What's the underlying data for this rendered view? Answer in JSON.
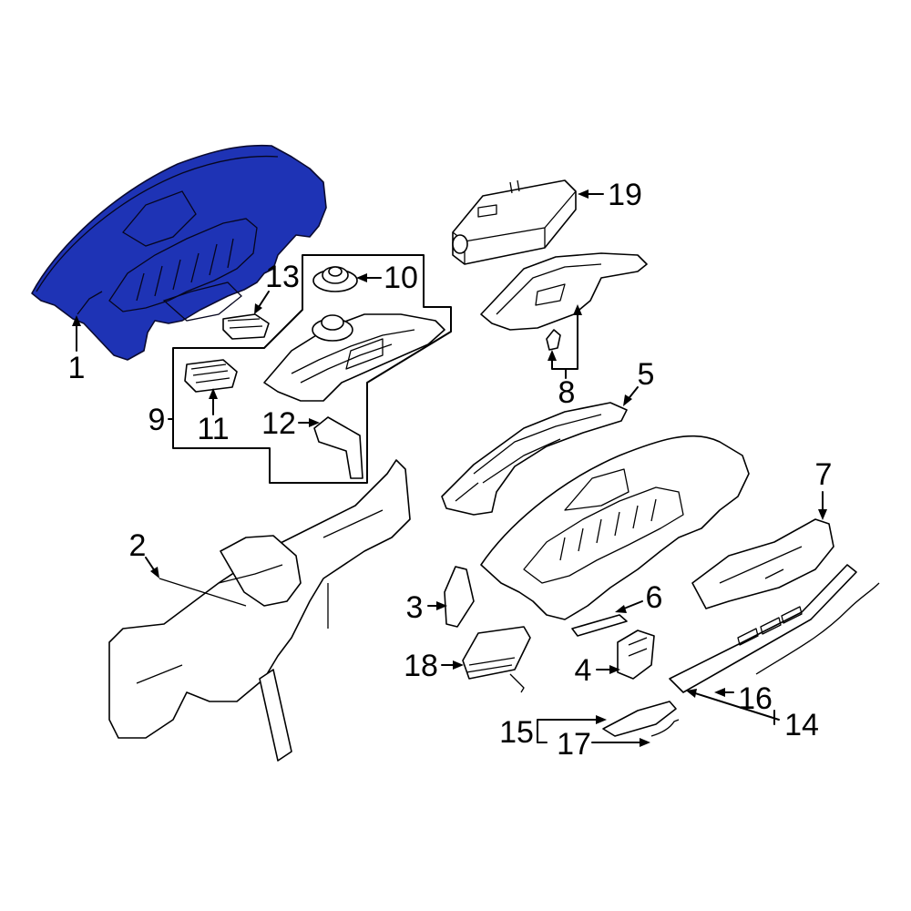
{
  "diagram": {
    "highlight_color": "#1e33b5",
    "callouts": [
      {
        "id": "1",
        "text": "1"
      },
      {
        "id": "2",
        "text": "2"
      },
      {
        "id": "3",
        "text": "3"
      },
      {
        "id": "4",
        "text": "4"
      },
      {
        "id": "5",
        "text": "5"
      },
      {
        "id": "6",
        "text": "6"
      },
      {
        "id": "7",
        "text": "7"
      },
      {
        "id": "8",
        "text": "8"
      },
      {
        "id": "9",
        "text": "9"
      },
      {
        "id": "10",
        "text": "10"
      },
      {
        "id": "11",
        "text": "11"
      },
      {
        "id": "12",
        "text": "12"
      },
      {
        "id": "13",
        "text": "13"
      },
      {
        "id": "14",
        "text": "14"
      },
      {
        "id": "15",
        "text": "15"
      },
      {
        "id": "16",
        "text": "16"
      },
      {
        "id": "17",
        "text": "17"
      },
      {
        "id": "18",
        "text": "18"
      },
      {
        "id": "19",
        "text": "19"
      }
    ]
  }
}
